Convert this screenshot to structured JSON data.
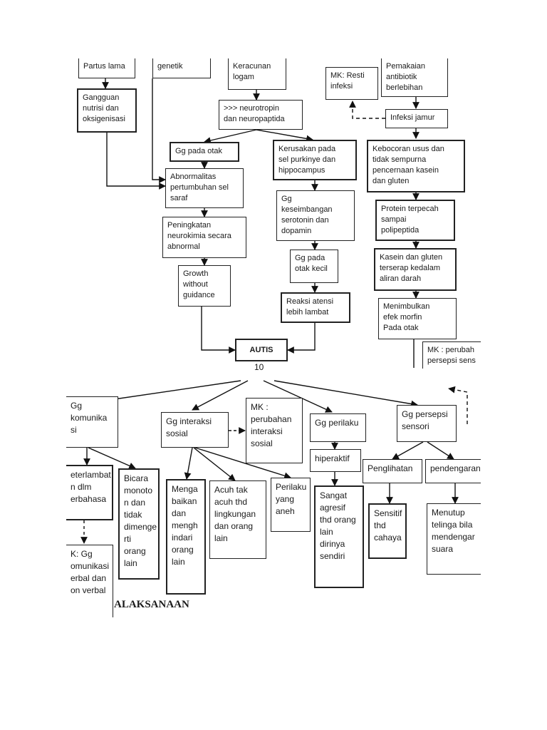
{
  "top": {
    "partus_lama": "Partus lama",
    "genetik": "genetik",
    "keracunan_logam": "Keracunan\nlogam",
    "mk_resti_infeksi": "MK: Resti\ninfeksi",
    "pemakaian_antibiotik": "Pemakaian\nantibiotik\nberlebihan",
    "gangguan_nutrisi": "Gangguan\nnutrisi dan\noksigenisasi",
    "neurotropin": ">>> neurotropin\ndan neuropaptida",
    "infeksi_jamur": "Infeksi jamur",
    "gg_pada_otak": "Gg pada otak",
    "kerusakan_purkinye": "Kerusakan pada\nsel purkinye dan\nhippocampus",
    "kebocoran_usus": "Kebocoran usus dan\ntidak sempurna\npencernaan kasein\ndan gluten",
    "abnormalitas": "Abnormalitas\npertumbuhan sel\nsaraf",
    "gg_keseimbangan": "Gg\nkeseimbangan\nserotonin dan\ndopamin",
    "protein_terpecah": "Protein terpecah\nsampai\npolipeptida",
    "peningkatan_neurokimia": "Peningkatan\nneurokimia secara\nabnormal",
    "gg_otak_kecil": "Gg pada\notak kecil",
    "kasein_gluten": "Kasein dan gluten\nterserap kedalam\naliran darah",
    "growth_without": "Growth\nwithout\nguidance",
    "reaksi_atensi": "Reaksi atensi\nlebih lambat",
    "menimbulkan_morfin": "Menimbulkan\nefek morfin\nPada otak",
    "autis": "AUTIS",
    "mk_perubahan_persepsi": "MK : perubah\npersepsi sens",
    "page_number": "10"
  },
  "bottom": {
    "gg_komunikasi": "Gg\nkomunika\nsi",
    "gg_interaksi_sosial": "Gg interaksi\nsosial",
    "mk_perubahan_interaksi": "MK :\nperubahan\ninteraksi\nsosial",
    "gg_perilaku": "Gg perilaku",
    "gg_persepsi_sensori": "Gg persepsi\nsensori",
    "hiperaktif": "hiperaktif",
    "penglihatan": "Penglihatan",
    "pendengaran": "pendengaran",
    "terlambat": "eterlambat\nn dlm\nerbahasa",
    "bicara_monoton": "Bicara\nmonoto\nn dan\ntidak\ndimenge\nrti orang\nlain",
    "mengabaikan": "Menga\nbaikan\ndan\nmengh\nindari\norang\nlain",
    "acuh_tak_acuh": "Acuh tak\nacuh thd\nlingkungan\ndan orang\nlain",
    "perilaku_aneh": "Perilaku\nyang\naneh",
    "sangat_agresif": "Sangat\nagresif\nthd orang\nlain\ndirinya\nsendiri",
    "sensitif_cahaya": "Sensitif\nthd\ncahaya",
    "menutup_telinga": "Menutup\ntelinga bila\nmendengar\nsuara",
    "mk_gg_komunikasi": "K: Gg\nomunikasi\nerbal dan\non verbal",
    "penatalaksanaan": "ALAKSANAAN"
  }
}
